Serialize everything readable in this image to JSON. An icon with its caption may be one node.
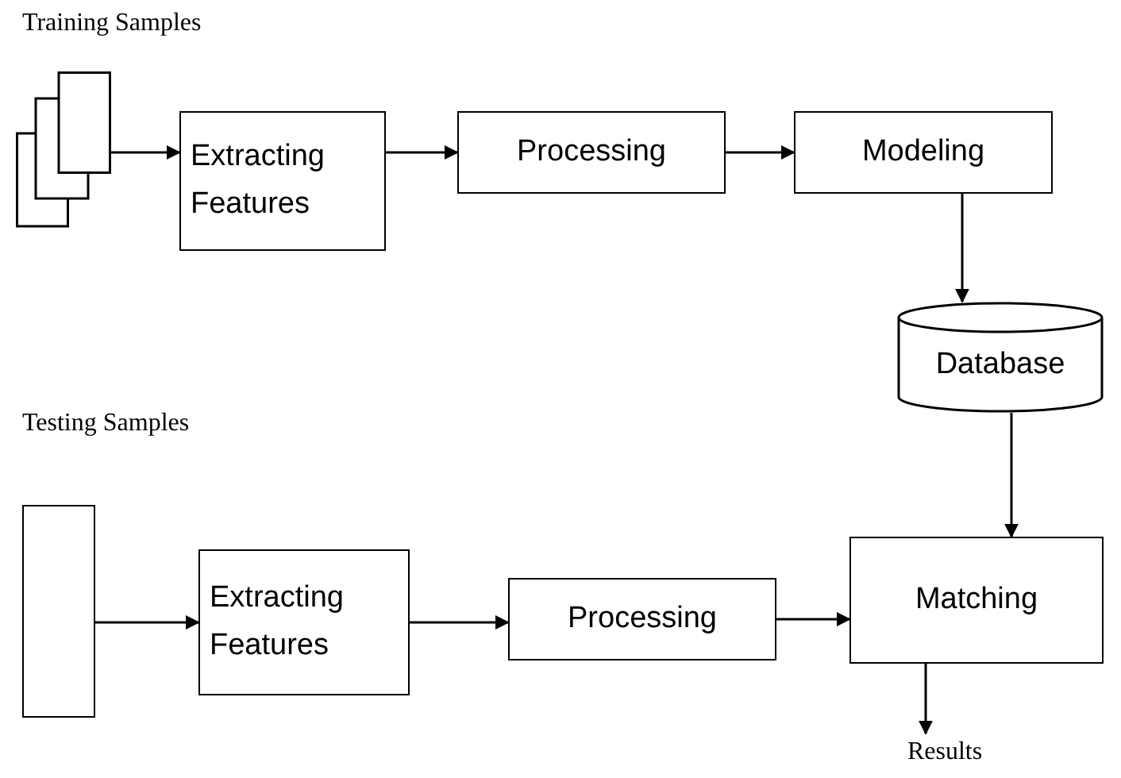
{
  "diagram": {
    "nodes": [
      {
        "text": [],
        "shape": "box",
        "beside": [
          "Training Samples"
        ]
      },
      {
        "text": [
          "Extracting Features"
        ]
      },
      {
        "text": [
          "Processing"
        ]
      },
      {
        "text": [
          "Modeling"
        ]
      },
      {
        "text": [
          "Database"
        ]
      },
      {
        "text": [],
        "shape": "box",
        "beside": [
          "Testing Samples"
        ]
      },
      {
        "text": [
          "Extracting Features"
        ]
      },
      {
        "text": [
          "Processing"
        ]
      },
      {
        "text": [
          "Matching"
        ]
      },
      {
        "text": [
          "Results"
        ]
      }
    ],
    "edges": [
      {
        "from": 0,
        "to": 1,
        "arrow": "to"
      },
      {
        "from": 1,
        "to": 2,
        "arrow": "to"
      },
      {
        "from": 2,
        "to": 3,
        "arrow": "to"
      },
      {
        "from": 3,
        "to": 4,
        "arrow": "to"
      },
      {
        "from": 4,
        "to": 8,
        "arrow": "to"
      },
      {
        "from": 5,
        "to": 6,
        "arrow": "to"
      },
      {
        "from": 6,
        "to": 7,
        "arrow": "to"
      },
      {
        "from": 7,
        "to": 8,
        "arrow": "to"
      },
      {
        "from": 8,
        "to": 9,
        "arrow": "to"
      }
    ]
  }
}
